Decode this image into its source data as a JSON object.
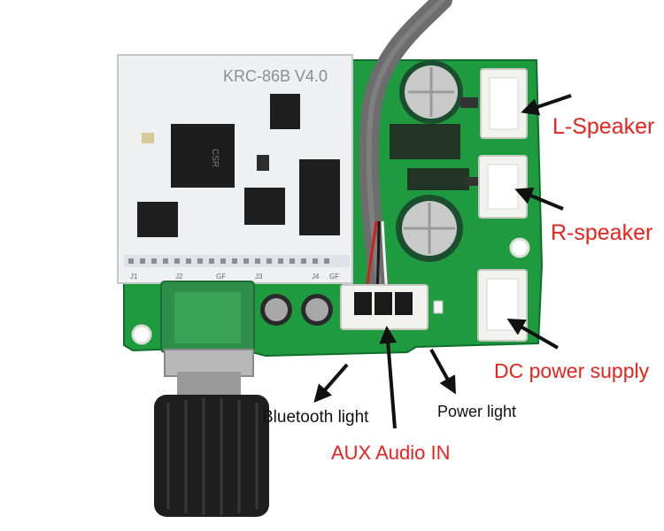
{
  "board": {
    "silkscreen_model": "KRC-86B  V4.0",
    "chip_marking": "CSR",
    "headers": [
      "J1",
      "J2",
      "GF",
      "J3",
      "J4",
      "GF"
    ]
  },
  "labels": {
    "l_speaker": "L-Speaker",
    "r_speaker": "R-speaker",
    "dc_power": "DC power supply",
    "bluetooth_light": "Bluetooth light",
    "power_light": "Power light",
    "aux_in": "AUX Audio IN"
  },
  "colors": {
    "pcb_green": "#1e9b3e",
    "module_white": "#eef0f2",
    "label_red": "#e8231e",
    "label_black": "#111111"
  }
}
